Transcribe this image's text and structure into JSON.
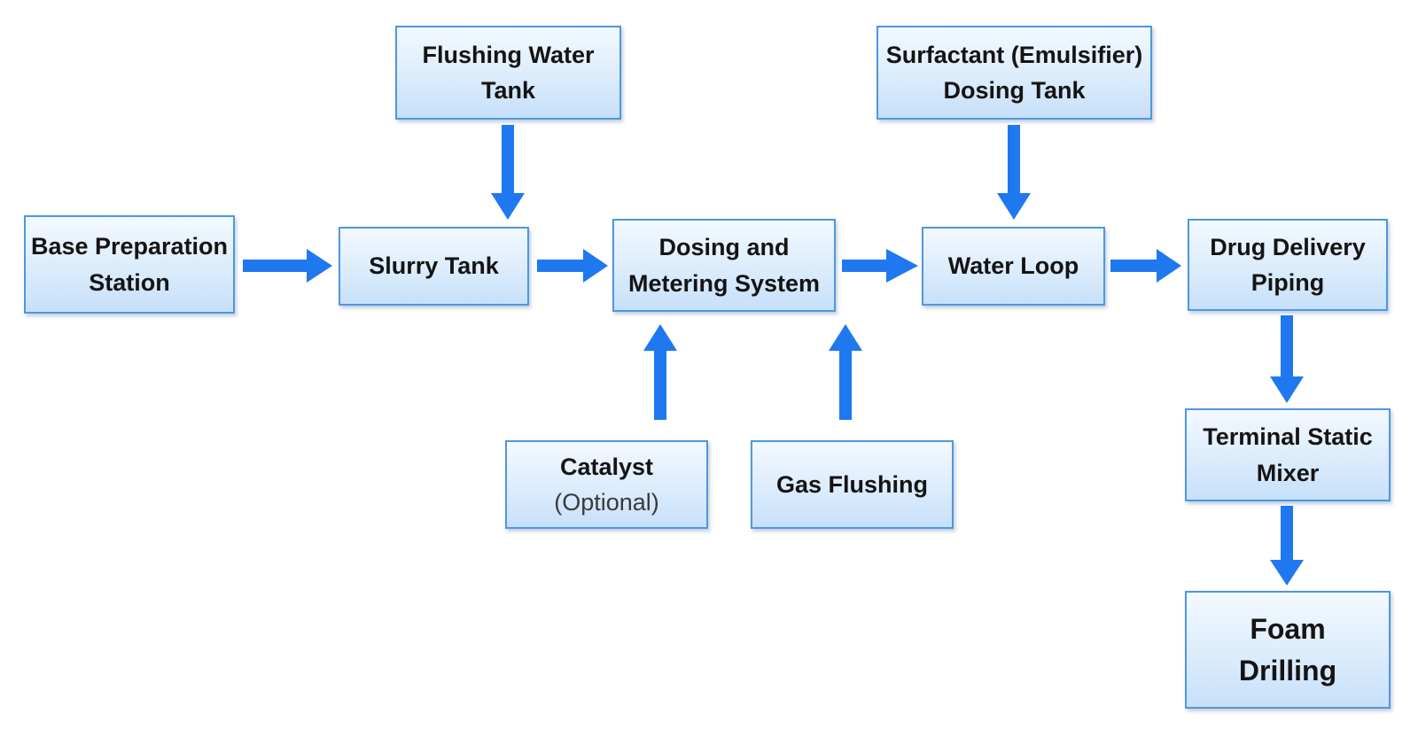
{
  "arrow_color": "#1f78f0",
  "box_border_color": "#4f97df",
  "nodes": {
    "base_preparation_station": {
      "line1": "Base Preparation",
      "line2": "Station"
    },
    "flushing_water_tank": {
      "line1": "Flushing Water",
      "line2": "Tank"
    },
    "slurry_tank": {
      "line1": "Slurry Tank"
    },
    "dosing_metering_system": {
      "line1": "Dosing and",
      "line2": "Metering System"
    },
    "surfactant_dosing_tank": {
      "line1": "Surfactant (Emulsifier)",
      "line2": "Dosing Tank"
    },
    "water_loop": {
      "line1": "Water Loop"
    },
    "drug_delivery_piping": {
      "line1": "Drug Delivery",
      "line2": "Piping"
    },
    "catalyst": {
      "line1": "Catalyst",
      "line2": "(Optional)"
    },
    "gas_flushing": {
      "line1": "Gas Flushing"
    },
    "terminal_static_mixer": {
      "line1": "Terminal Static",
      "line2": "Mixer"
    },
    "foam_drilling": {
      "line1": "Foam",
      "line2": "Drilling"
    }
  },
  "edges": [
    {
      "from": "base_preparation_station",
      "to": "slurry_tank"
    },
    {
      "from": "flushing_water_tank",
      "to": "slurry_tank"
    },
    {
      "from": "slurry_tank",
      "to": "dosing_metering_system"
    },
    {
      "from": "catalyst",
      "to": "dosing_metering_system"
    },
    {
      "from": "gas_flushing",
      "to": "dosing_metering_system"
    },
    {
      "from": "dosing_metering_system",
      "to": "water_loop"
    },
    {
      "from": "surfactant_dosing_tank",
      "to": "water_loop"
    },
    {
      "from": "water_loop",
      "to": "drug_delivery_piping"
    },
    {
      "from": "drug_delivery_piping",
      "to": "terminal_static_mixer"
    },
    {
      "from": "terminal_static_mixer",
      "to": "foam_drilling"
    }
  ]
}
